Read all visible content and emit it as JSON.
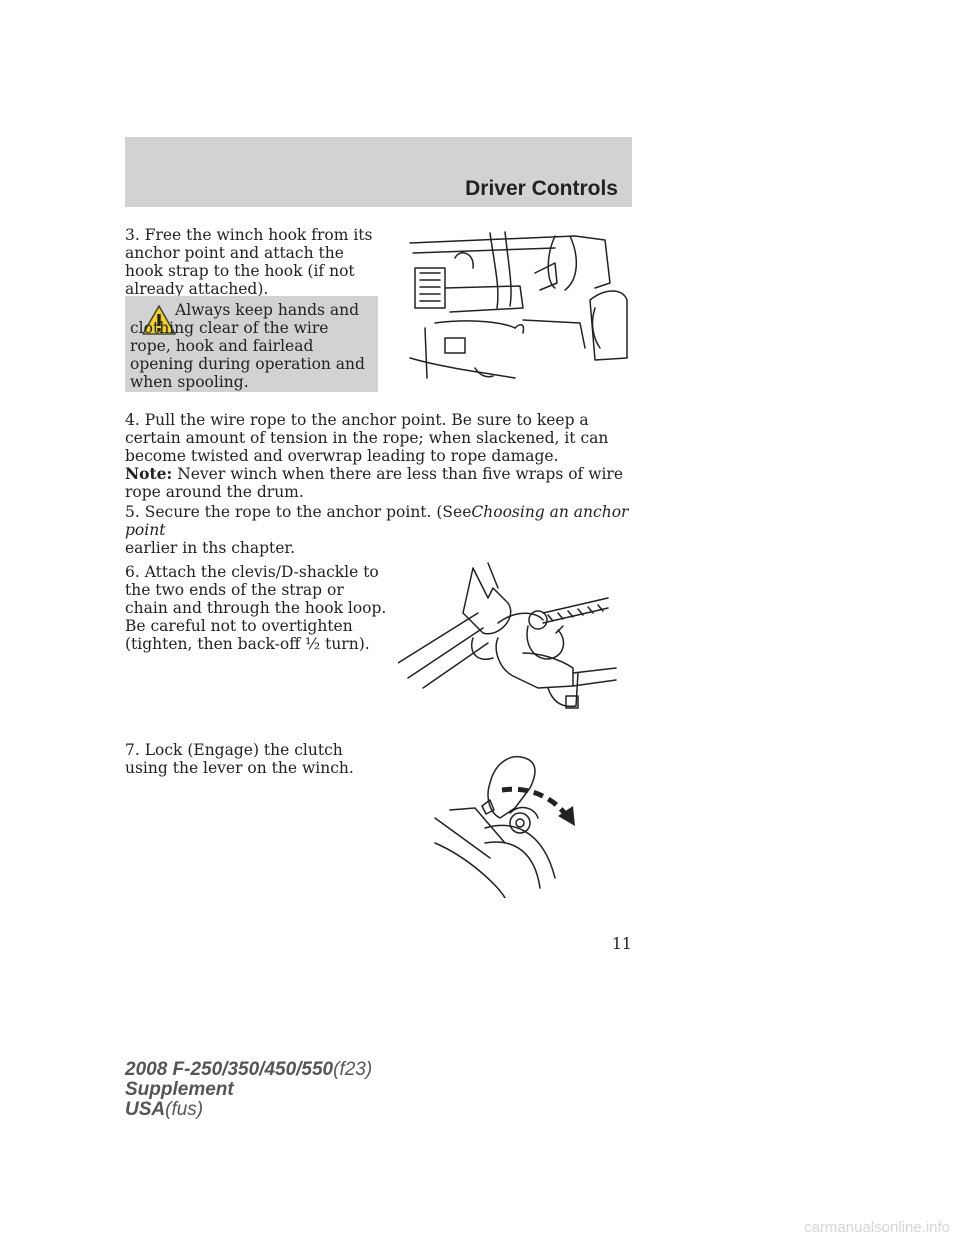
{
  "header": {
    "title": "Driver Controls"
  },
  "steps": {
    "step3": "3. Free the winch hook from its anchor point and attach the hook strap to the hook (if not already attached).",
    "warning": "Always keep hands and clothing clear of the wire rope, hook and fairlead opening during operation and when spooling.",
    "step4": "4. Pull the wire rope to the anchor point. Be sure to keep a certain amount of tension in the rope; when slackened, it can become twisted and overwrap leading to rope damage.",
    "note_label": "Note:",
    "note_text": "Never winch when there are less than five wraps of wire rope around the drum.",
    "step5_a": "5. Secure the rope to the anchor point. (See",
    "step5_italic": "Choosing an anchor point",
    "step5_b": "earlier in ths chapter.",
    "step6": "6. Attach the clevis/D-shackle to the two ends of the strap or chain and through the hook loop. Be careful not to overtighten (tighten, then back-off ½ turn).",
    "step7": "7. Lock (Engage) the clutch using the lever on the winch."
  },
  "icons": {
    "warning": "warning-triangle-icon"
  },
  "page_number": "11",
  "footer": {
    "line1_model": "2008 F-250/350/450/550",
    "line1_code": "(f23)",
    "line2": "Supplement",
    "line3_region": "USA",
    "line3_code": "(fus)"
  },
  "watermark": "carmanualsonline.info"
}
